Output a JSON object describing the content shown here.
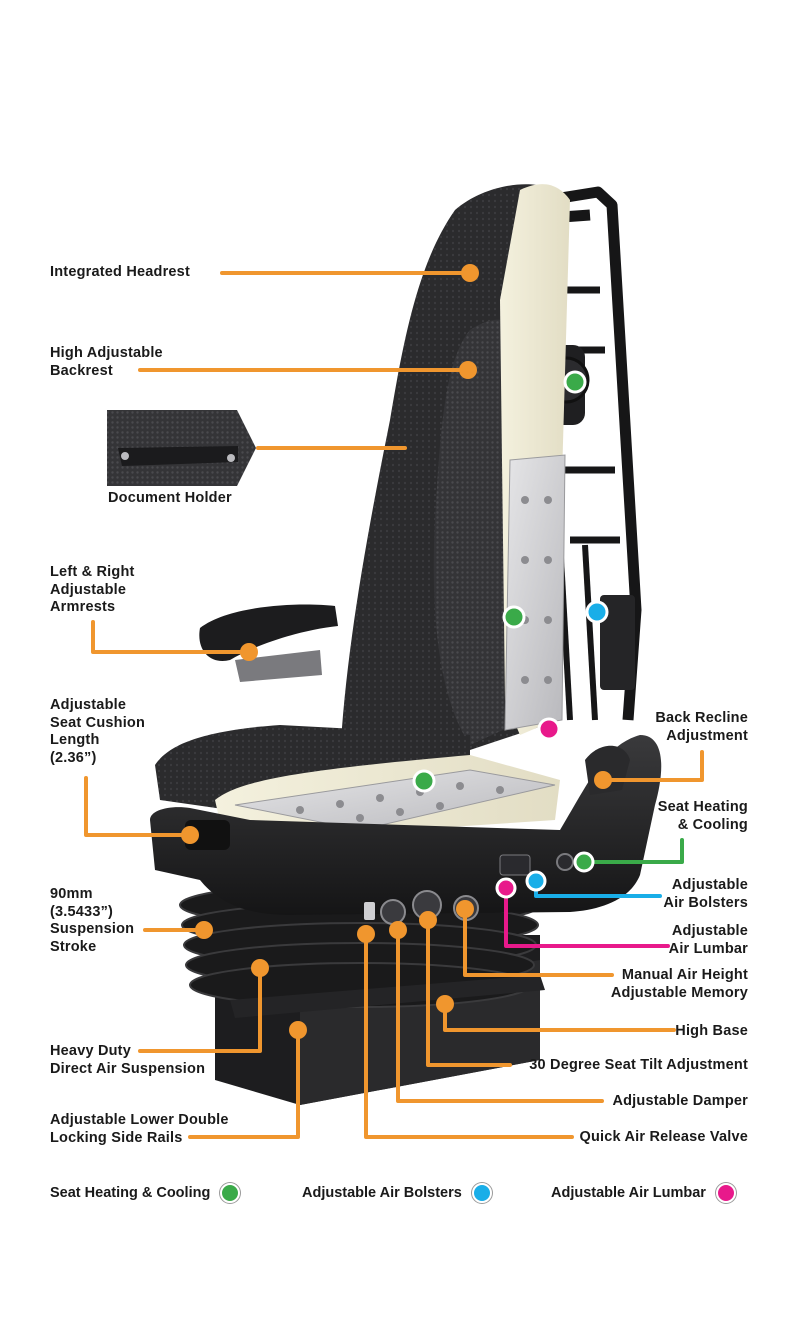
{
  "labels": {
    "integrated_headrest": "Integrated Headrest",
    "high_adjustable_backrest": "High Adjustable\nBackrest",
    "document_holder": "Document Holder",
    "armrests": "Left & Right\nAdjustable\nArmrests",
    "seat_cushion_length": "Adjustable\nSeat Cushion\nLength\n(2.36”)",
    "suspension_stroke": "90mm\n(3.5433”)\nSuspension\nStroke",
    "heavy_duty_suspension": "Heavy Duty\nDirect Air Suspension",
    "lower_side_rails": "Adjustable Lower Double\nLocking Side Rails",
    "back_recline": "Back Recline\nAdjustment",
    "seat_heating_cooling": "Seat Heating\n& Cooling",
    "air_bolsters": "Adjustable\nAir Bolsters",
    "air_lumbar": "Adjustable\nAir Lumbar",
    "manual_air_height": "Manual Air Height\nAdjustable Memory",
    "high_base": "High Base",
    "seat_tilt": "30 Degree Seat Tilt Adjustment",
    "damper": "Adjustable Damper",
    "quick_air_release": "Quick Air Release Valve"
  },
  "legend": [
    {
      "label": "Seat Heating & Cooling",
      "color": "#3aaa49"
    },
    {
      "label": "Adjustable Air Bolsters",
      "color": "#19aee8"
    },
    {
      "label": "Adjustable Air Lumbar",
      "color": "#e8198b"
    }
  ],
  "colors": {
    "leader": "#f0962e",
    "heating": "#3aaa49",
    "bolsters": "#19aee8",
    "lumbar": "#e8198b"
  }
}
